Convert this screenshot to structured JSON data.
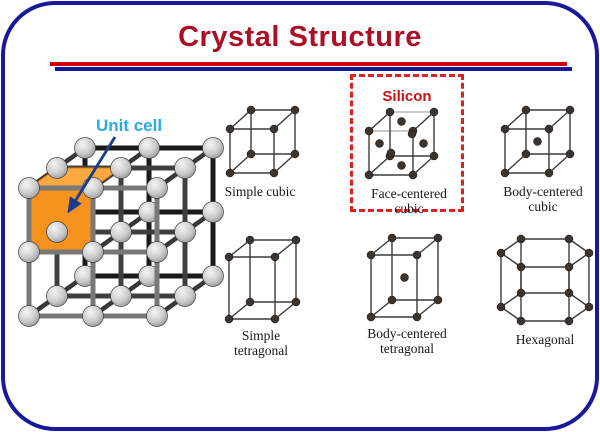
{
  "slide": {
    "title": "Crystal Structure"
  },
  "unit_cell": {
    "label": "Unit cell"
  },
  "silicon": {
    "label": "Silicon"
  },
  "diagrams": [
    {
      "id": "simple-cubic",
      "label": "Simple cubic"
    },
    {
      "id": "face-centered-cubic",
      "label": "Face-centered cubic"
    },
    {
      "id": "body-centered-cubic",
      "label": "Body-centered cubic"
    },
    {
      "id": "simple-tetragonal",
      "label": "Simple tetragonal"
    },
    {
      "id": "body-centered-tetragonal",
      "label": "Body-centered tetragonal"
    },
    {
      "id": "hexagonal",
      "label": "Hexagonal"
    }
  ],
  "colors": {
    "title": "#AC0F28",
    "rule_red": "#CC0000",
    "rule_blue": "#17179C",
    "border": "#1A189B",
    "silicon": "#CC1111",
    "silicon_box": "#DE2020",
    "unit_cell_label": "#29ABE2",
    "unit_cell_fill": "#F5921E"
  }
}
